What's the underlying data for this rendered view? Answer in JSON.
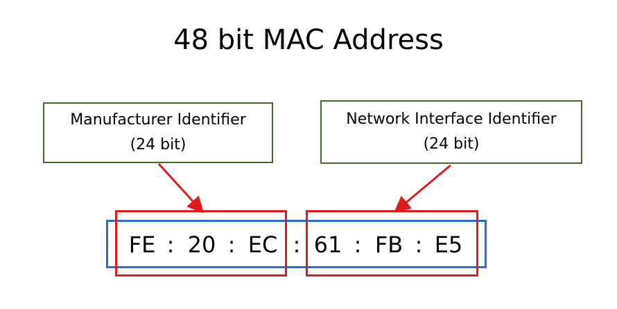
{
  "title": "48 bit MAC Address",
  "manufacturer": {
    "name": "Manufacturer Identifier",
    "bits": "(24 bit)"
  },
  "network_interface": {
    "name": "Network Interface Identifier",
    "bits": "(24 bit)"
  },
  "mac_bytes": [
    "FE",
    "20",
    "EC",
    "61",
    "FB",
    "E5"
  ],
  "separator": ":",
  "colors": {
    "label_border": "#3d6b1f",
    "outer_border": "#1f6fd6",
    "group_border": "#e01b1b",
    "arrow": "#e01b1b"
  }
}
